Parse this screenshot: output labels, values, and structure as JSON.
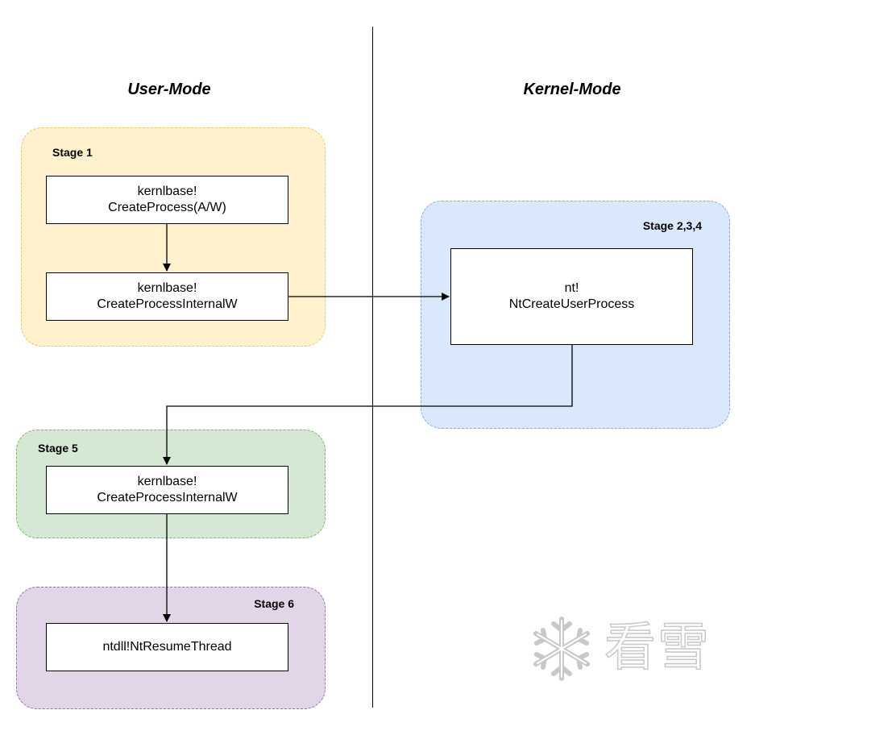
{
  "headings": {
    "user_mode": "User-Mode",
    "kernel_mode": "Kernel-Mode"
  },
  "stages": {
    "stage1": {
      "label": "Stage 1",
      "color": "#fff2cc",
      "border": "#f2c75c"
    },
    "stage234": {
      "label": "Stage 2,3,4",
      "color": "#dae8fc",
      "border": "#8aa8d8"
    },
    "stage5": {
      "label": "Stage 5",
      "color": "#d5e8d4",
      "border": "#82b366"
    },
    "stage6": {
      "label": "Stage 6",
      "color": "#e1d5e7",
      "border": "#9673a6"
    }
  },
  "nodes": {
    "create_process": {
      "line1": "kernlbase!",
      "line2": "CreateProcess(A/W)"
    },
    "create_process_internal_1": {
      "line1": "kernlbase!",
      "line2": "CreateProcessInternalW"
    },
    "nt_create_user_process": {
      "line1": "nt!",
      "line2": "NtCreateUserProcess"
    },
    "create_process_internal_2": {
      "line1": "kernlbase!",
      "line2": "CreateProcessInternalW"
    },
    "nt_resume_thread": {
      "line1": "ntdll!NtResumeThread"
    }
  },
  "watermark": {
    "text": "看雪",
    "icon": "snowflake-icon"
  }
}
